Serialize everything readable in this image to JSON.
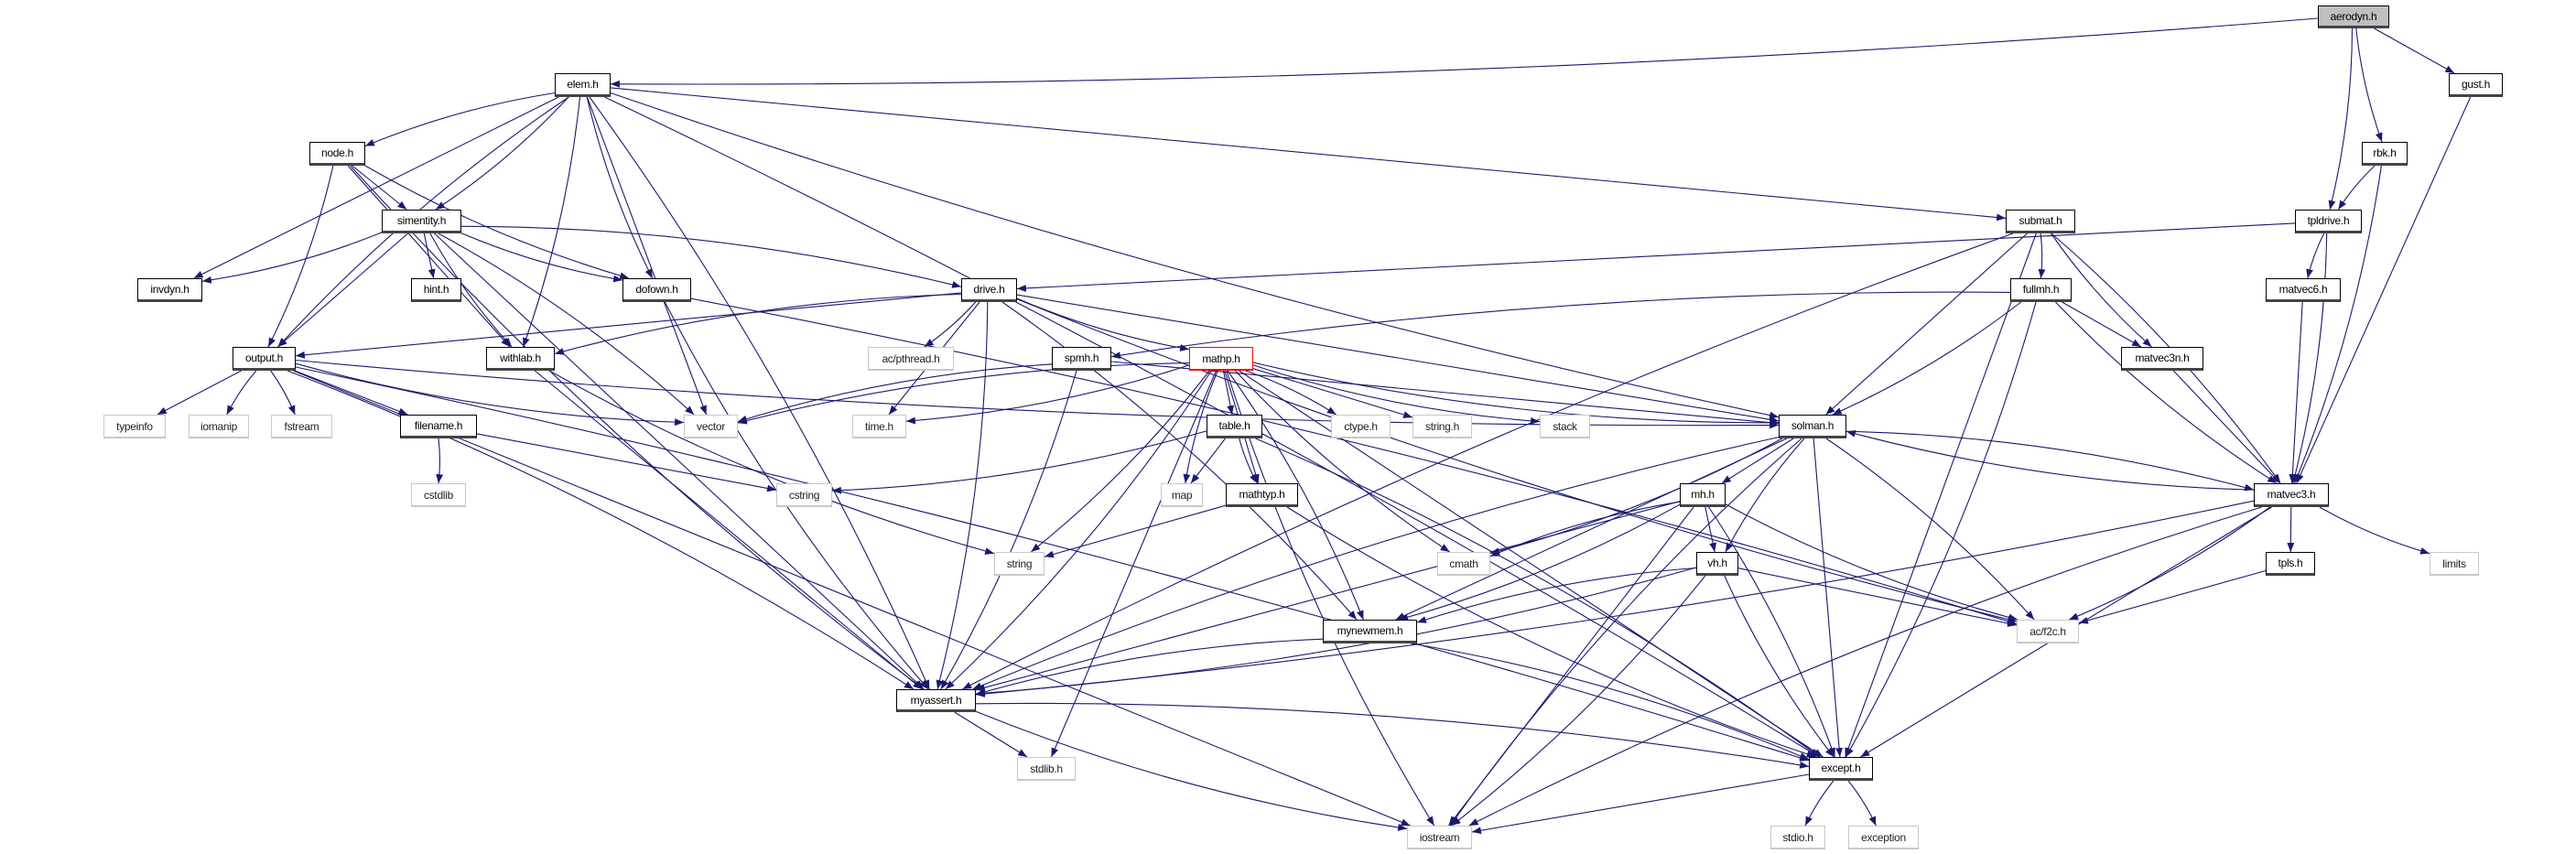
{
  "title": "aerodyn.h include dependency graph",
  "colors": {
    "edge": "#191970",
    "doc_border": "#000000",
    "ext_border": "#c8c8c8",
    "root_fill": "#bfbfbf",
    "highlight_border": "#ff0000"
  },
  "nodes": [
    {
      "id": "aerodyn",
      "label": "aerodyn.h",
      "kind": "root"
    },
    {
      "id": "elem",
      "label": "elem.h",
      "kind": "doc"
    },
    {
      "id": "gust",
      "label": "gust.h",
      "kind": "doc"
    },
    {
      "id": "node",
      "label": "node.h",
      "kind": "doc"
    },
    {
      "id": "rbk",
      "label": "rbk.h",
      "kind": "doc"
    },
    {
      "id": "simentity",
      "label": "simentity.h",
      "kind": "doc"
    },
    {
      "id": "submat",
      "label": "submat.h",
      "kind": "doc"
    },
    {
      "id": "tpldrive",
      "label": "tpldrive.h",
      "kind": "doc"
    },
    {
      "id": "invdyn",
      "label": "invdyn.h",
      "kind": "doc"
    },
    {
      "id": "hint",
      "label": "hint.h",
      "kind": "doc"
    },
    {
      "id": "dofown",
      "label": "dofown.h",
      "kind": "doc"
    },
    {
      "id": "drive",
      "label": "drive.h",
      "kind": "doc"
    },
    {
      "id": "fullmh",
      "label": "fullmh.h",
      "kind": "doc"
    },
    {
      "id": "matvec6",
      "label": "matvec6.h",
      "kind": "doc"
    },
    {
      "id": "output",
      "label": "output.h",
      "kind": "doc"
    },
    {
      "id": "withlab",
      "label": "withlab.h",
      "kind": "doc"
    },
    {
      "id": "pthread",
      "label": "ac/pthread.h",
      "kind": "ext"
    },
    {
      "id": "spmh",
      "label": "spmh.h",
      "kind": "doc"
    },
    {
      "id": "mathp",
      "label": "mathp.h",
      "kind": "red"
    },
    {
      "id": "matvec3n",
      "label": "matvec3n.h",
      "kind": "doc"
    },
    {
      "id": "typeinfo",
      "label": "typeinfo",
      "kind": "ext"
    },
    {
      "id": "iomanip",
      "label": "iomanip",
      "kind": "ext"
    },
    {
      "id": "fstream",
      "label": "fstream",
      "kind": "ext"
    },
    {
      "id": "filename",
      "label": "filename.h",
      "kind": "doc"
    },
    {
      "id": "vector",
      "label": "vector",
      "kind": "ext"
    },
    {
      "id": "time",
      "label": "time.h",
      "kind": "ext"
    },
    {
      "id": "table",
      "label": "table.h",
      "kind": "doc"
    },
    {
      "id": "ctype",
      "label": "ctype.h",
      "kind": "ext"
    },
    {
      "id": "stringh",
      "label": "string.h",
      "kind": "ext"
    },
    {
      "id": "stack",
      "label": "stack",
      "kind": "ext"
    },
    {
      "id": "solman",
      "label": "solman.h",
      "kind": "doc"
    },
    {
      "id": "cstdlib",
      "label": "cstdlib",
      "kind": "ext"
    },
    {
      "id": "cstring",
      "label": "cstring",
      "kind": "ext"
    },
    {
      "id": "map",
      "label": "map",
      "kind": "ext"
    },
    {
      "id": "mathtyp",
      "label": "mathtyp.h",
      "kind": "doc"
    },
    {
      "id": "mh",
      "label": "mh.h",
      "kind": "doc"
    },
    {
      "id": "matvec3",
      "label": "matvec3.h",
      "kind": "doc"
    },
    {
      "id": "string",
      "label": "string",
      "kind": "ext"
    },
    {
      "id": "cmath",
      "label": "cmath",
      "kind": "ext"
    },
    {
      "id": "vh",
      "label": "vh.h",
      "kind": "doc"
    },
    {
      "id": "tpls",
      "label": "tpls.h",
      "kind": "doc"
    },
    {
      "id": "limits",
      "label": "limits",
      "kind": "ext"
    },
    {
      "id": "mynewmem",
      "label": "mynewmem.h",
      "kind": "doc"
    },
    {
      "id": "f2c",
      "label": "ac/f2c.h",
      "kind": "ext"
    },
    {
      "id": "myassert",
      "label": "myassert.h",
      "kind": "doc"
    },
    {
      "id": "stdlib",
      "label": "stdlib.h",
      "kind": "ext"
    },
    {
      "id": "except",
      "label": "except.h",
      "kind": "doc"
    },
    {
      "id": "iostream",
      "label": "iostream",
      "kind": "ext"
    },
    {
      "id": "stdio",
      "label": "stdio.h",
      "kind": "ext"
    },
    {
      "id": "exception",
      "label": "exception",
      "kind": "ext"
    }
  ],
  "edges": [
    [
      "aerodyn",
      "elem"
    ],
    [
      "aerodyn",
      "gust"
    ],
    [
      "aerodyn",
      "rbk"
    ],
    [
      "aerodyn",
      "tpldrive"
    ],
    [
      "gust",
      "matvec3"
    ],
    [
      "rbk",
      "tpldrive"
    ],
    [
      "rbk",
      "matvec3"
    ],
    [
      "tpldrive",
      "drive"
    ],
    [
      "tpldrive",
      "matvec6"
    ],
    [
      "tpldrive",
      "matvec3"
    ],
    [
      "matvec6",
      "matvec3"
    ],
    [
      "elem",
      "node"
    ],
    [
      "elem",
      "simentity"
    ],
    [
      "elem",
      "invdyn"
    ],
    [
      "elem",
      "dofown"
    ],
    [
      "elem",
      "withlab"
    ],
    [
      "elem",
      "vector"
    ],
    [
      "elem",
      "output"
    ],
    [
      "elem",
      "myassert"
    ],
    [
      "elem",
      "submat"
    ],
    [
      "elem",
      "solman"
    ],
    [
      "elem",
      "except"
    ],
    [
      "node",
      "simentity"
    ],
    [
      "node",
      "dofown"
    ],
    [
      "node",
      "output"
    ],
    [
      "node",
      "withlab"
    ],
    [
      "node",
      "myassert"
    ],
    [
      "simentity",
      "invdyn"
    ],
    [
      "simentity",
      "hint"
    ],
    [
      "simentity",
      "dofown"
    ],
    [
      "simentity",
      "drive"
    ],
    [
      "simentity",
      "output"
    ],
    [
      "simentity",
      "withlab"
    ],
    [
      "simentity",
      "vector"
    ],
    [
      "simentity",
      "myassert"
    ],
    [
      "dofown",
      "myassert"
    ],
    [
      "dofown",
      "f2c"
    ],
    [
      "drive",
      "output"
    ],
    [
      "drive",
      "withlab"
    ],
    [
      "drive",
      "pthread"
    ],
    [
      "drive",
      "time"
    ],
    [
      "drive",
      "mathp"
    ],
    [
      "drive",
      "myassert"
    ],
    [
      "drive",
      "solman"
    ],
    [
      "drive",
      "f2c"
    ],
    [
      "drive",
      "mynewmem"
    ],
    [
      "output",
      "typeinfo"
    ],
    [
      "output",
      "iomanip"
    ],
    [
      "output",
      "fstream"
    ],
    [
      "output",
      "filename"
    ],
    [
      "output",
      "vector"
    ],
    [
      "output",
      "myassert"
    ],
    [
      "output",
      "iostream"
    ],
    [
      "output",
      "solman"
    ],
    [
      "output",
      "except"
    ],
    [
      "withlab",
      "myassert"
    ],
    [
      "withlab",
      "string"
    ],
    [
      "filename",
      "cstdlib"
    ],
    [
      "filename",
      "cstring"
    ],
    [
      "submat",
      "myassert"
    ],
    [
      "submat",
      "fullmh"
    ],
    [
      "submat",
      "solman"
    ],
    [
      "submat",
      "matvec3n"
    ],
    [
      "submat",
      "matvec3"
    ],
    [
      "submat",
      "except"
    ],
    [
      "fullmh",
      "spmh"
    ],
    [
      "fullmh",
      "solman"
    ],
    [
      "fullmh",
      "matvec3n"
    ],
    [
      "fullmh",
      "matvec3"
    ],
    [
      "fullmh",
      "except"
    ],
    [
      "matvec3n",
      "matvec3"
    ],
    [
      "spmh",
      "vector"
    ],
    [
      "spmh",
      "myassert"
    ],
    [
      "spmh",
      "solman"
    ],
    [
      "mathp",
      "vector"
    ],
    [
      "mathp",
      "time"
    ],
    [
      "mathp",
      "table"
    ],
    [
      "mathp",
      "map"
    ],
    [
      "mathp",
      "ctype"
    ],
    [
      "mathp",
      "stringh"
    ],
    [
      "mathp",
      "stack"
    ],
    [
      "mathp",
      "string"
    ],
    [
      "mathp",
      "stdlib"
    ],
    [
      "mathp",
      "iostream"
    ],
    [
      "mathp",
      "myassert"
    ],
    [
      "mathp",
      "mathtyp"
    ],
    [
      "mathp",
      "cmath"
    ],
    [
      "mathp",
      "mynewmem"
    ],
    [
      "mathp",
      "except"
    ],
    [
      "mathp",
      "solman"
    ],
    [
      "table",
      "cstring"
    ],
    [
      "table",
      "map"
    ],
    [
      "table",
      "mathtyp"
    ],
    [
      "table",
      "except"
    ],
    [
      "mathtyp",
      "string"
    ],
    [
      "mathtyp",
      "except"
    ],
    [
      "solman",
      "matvec3"
    ],
    [
      "solman",
      "mh"
    ],
    [
      "solman",
      "vh"
    ],
    [
      "solman",
      "cmath"
    ],
    [
      "solman",
      "mynewmem"
    ],
    [
      "solman",
      "myassert"
    ],
    [
      "solman",
      "f2c"
    ],
    [
      "solman",
      "except"
    ],
    [
      "solman",
      "iostream"
    ],
    [
      "matvec3",
      "solman"
    ],
    [
      "matvec3",
      "tpls"
    ],
    [
      "matvec3",
      "limits"
    ],
    [
      "matvec3",
      "f2c"
    ],
    [
      "matvec3",
      "except"
    ],
    [
      "matvec3",
      "iostream"
    ],
    [
      "matvec3",
      "myassert"
    ],
    [
      "mh",
      "vh"
    ],
    [
      "mh",
      "cmath"
    ],
    [
      "mh",
      "mynewmem"
    ],
    [
      "mh",
      "myassert"
    ],
    [
      "mh",
      "f2c"
    ],
    [
      "mh",
      "except"
    ],
    [
      "mh",
      "iostream"
    ],
    [
      "vh",
      "mynewmem"
    ],
    [
      "vh",
      "myassert"
    ],
    [
      "vh",
      "f2c"
    ],
    [
      "vh",
      "except"
    ],
    [
      "vh",
      "iostream"
    ],
    [
      "tpls",
      "f2c"
    ],
    [
      "mynewmem",
      "myassert"
    ],
    [
      "mynewmem",
      "except"
    ],
    [
      "myassert",
      "stdlib"
    ],
    [
      "myassert",
      "iostream"
    ],
    [
      "myassert",
      "except"
    ],
    [
      "except",
      "iostream"
    ],
    [
      "except",
      "stdio"
    ],
    [
      "except",
      "exception"
    ]
  ]
}
